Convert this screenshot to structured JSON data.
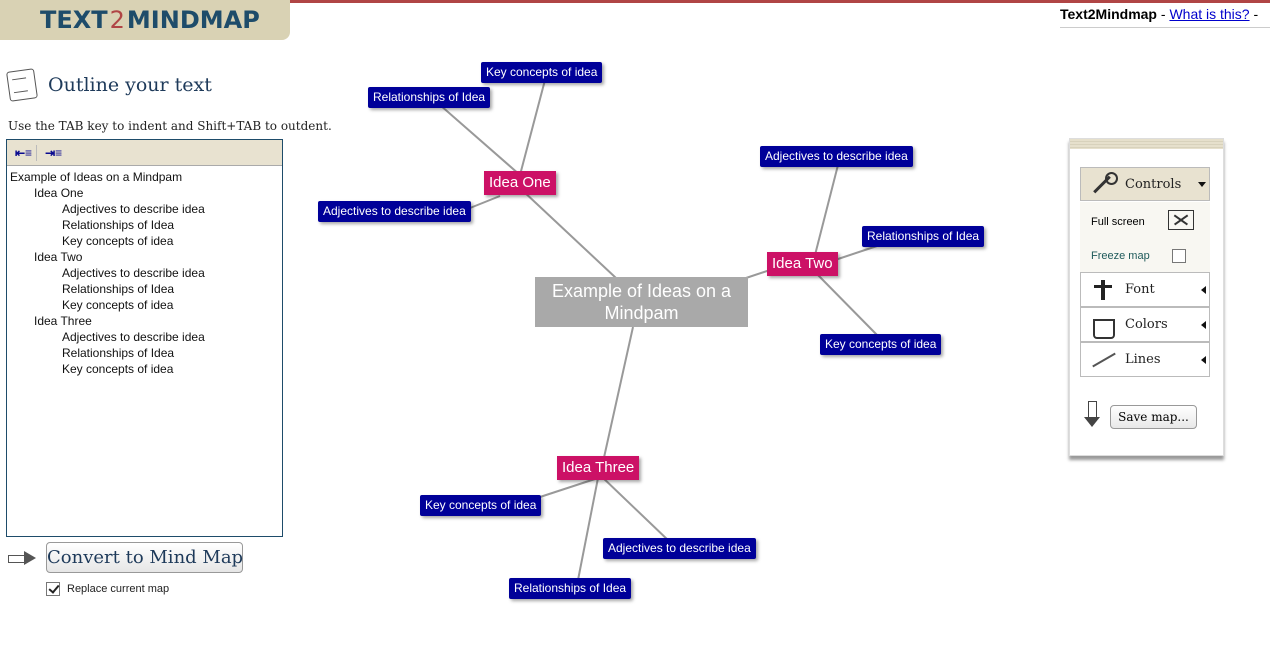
{
  "header": {
    "logo_left": "TEXT",
    "logo_mid": "2",
    "logo_right": "MINDMAP",
    "site_name": "Text2Mindmap",
    "sep": " - ",
    "what_link": "What is this?",
    "sep2": " - "
  },
  "outline": {
    "title": "Outline your text",
    "hint": "Use the TAB key to indent and Shift+TAB to outdent.",
    "outdent_icon": "⇤≡",
    "indent_icon": "⇥≡",
    "lines": [
      {
        "level": 0,
        "text": "Example of Ideas on a Mindpam"
      },
      {
        "level": 1,
        "text": "Idea One"
      },
      {
        "level": 2,
        "text": "Adjectives to describe idea"
      },
      {
        "level": 2,
        "text": "Relationships of Idea"
      },
      {
        "level": 2,
        "text": "Key concepts of idea"
      },
      {
        "level": 1,
        "text": "Idea Two"
      },
      {
        "level": 2,
        "text": "Adjectives to describe idea"
      },
      {
        "level": 2,
        "text": "Relationships of Idea"
      },
      {
        "level": 2,
        "text": "Key concepts of idea"
      },
      {
        "level": 1,
        "text": "Idea Three"
      },
      {
        "level": 2,
        "text": "Adjectives to describe idea"
      },
      {
        "level": 2,
        "text": "Relationships of Idea"
      },
      {
        "level": 2,
        "text": "Key concepts of idea"
      }
    ],
    "convert_label": "Convert to Mind Map",
    "replace_label": "Replace current map",
    "replace_checked": true
  },
  "map": {
    "center": "Example of Ideas on a Mindpam",
    "idea1": "Idea One",
    "idea1_key": "Key concepts of idea",
    "idea1_rel": "Relationships of Idea",
    "idea1_adj": "Adjectives to describe idea",
    "idea2": "Idea Two",
    "idea2_adj": "Adjectives to describe idea",
    "idea2_rel": "Relationships of Idea",
    "idea2_key": "Key concepts of idea",
    "idea3": "Idea Three",
    "idea3_key": "Key concepts of idea",
    "idea3_adj": "Adjectives to describe idea",
    "idea3_rel": "Relationships of Idea",
    "colors": {
      "center": "#a9a9a9",
      "idea": "#cc1166",
      "leaf": "#000099",
      "line": "#999999"
    }
  },
  "controls": {
    "title": "Controls",
    "full_screen": "Full screen",
    "freeze_map": "Freeze map",
    "font": "Font",
    "colors": "Colors",
    "lines": "Lines",
    "save": "Save map..."
  }
}
